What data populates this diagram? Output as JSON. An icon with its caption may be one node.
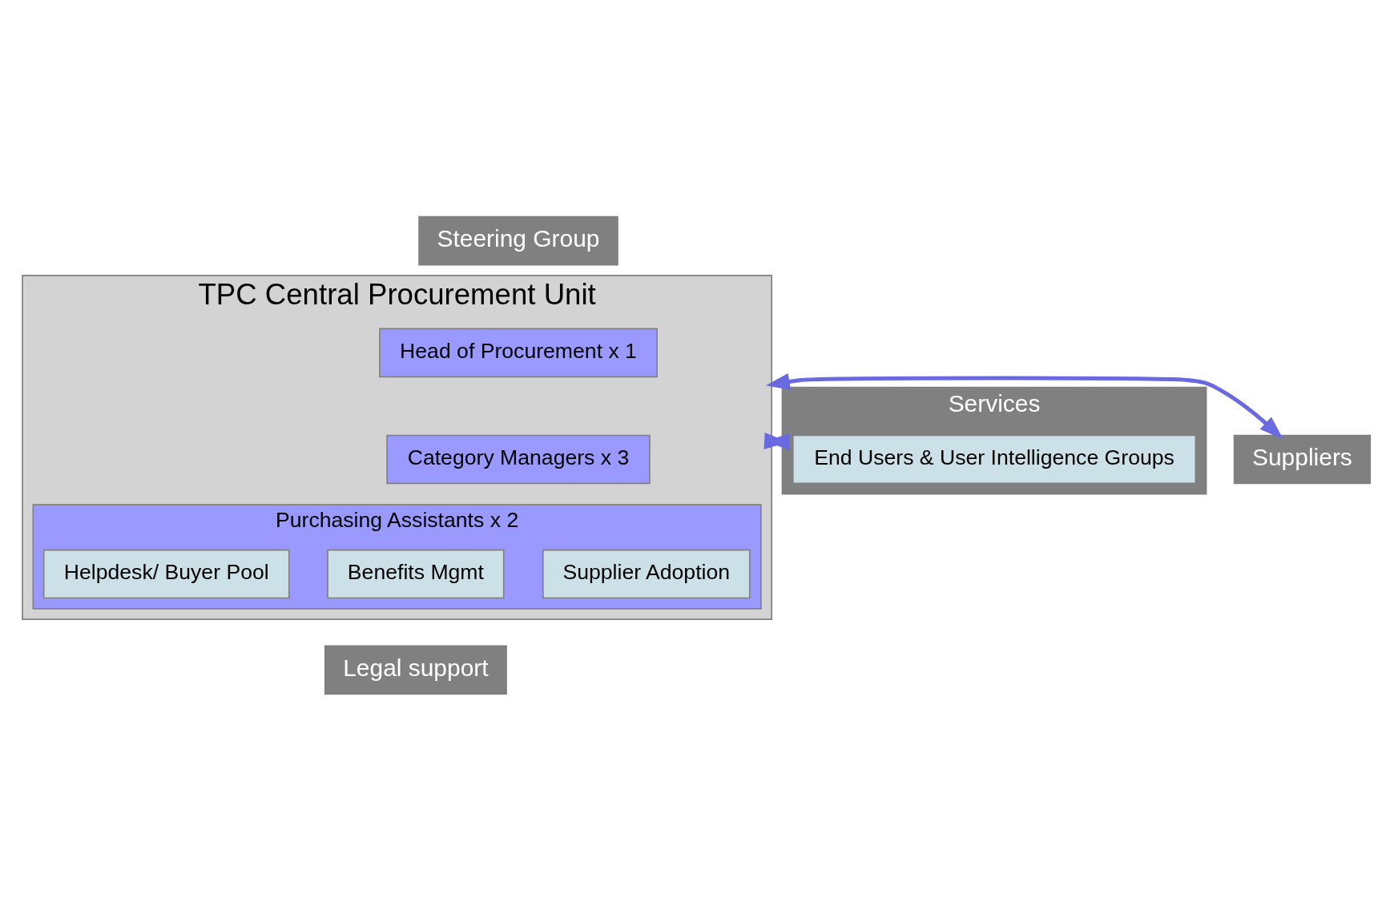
{
  "diagram": {
    "nodes": [
      {
        "text": [
          "Steering Group"
        ]
      },
      {
        "text": [
          "TPC Central Procurement Unit"
        ]
      },
      {
        "text": [
          "Head of Procurement x 1"
        ],
        "in": 1
      },
      {
        "text": [
          "Category Managers x 3"
        ],
        "in": 1
      },
      {
        "text": [
          "Purchasing Assistants x 2"
        ],
        "in": 1
      },
      {
        "text": [
          "Helpdesk/ Buyer Pool"
        ],
        "in": 4
      },
      {
        "text": [
          "Benefits Mgmt"
        ],
        "in": 4
      },
      {
        "text": [
          "Supplier Adoption"
        ],
        "in": 4
      },
      {
        "text": [
          "Services"
        ]
      },
      {
        "text": [
          "End Users & User Intelligence Groups"
        ],
        "in": 8
      },
      {
        "text": [
          "Suppliers"
        ]
      },
      {
        "text": [
          "Legal support"
        ]
      }
    ],
    "edges": [
      {
        "from": 8,
        "to": 1,
        "arrow": "both"
      },
      {
        "from": 1,
        "to": 10,
        "arrow": "both"
      }
    ]
  }
}
